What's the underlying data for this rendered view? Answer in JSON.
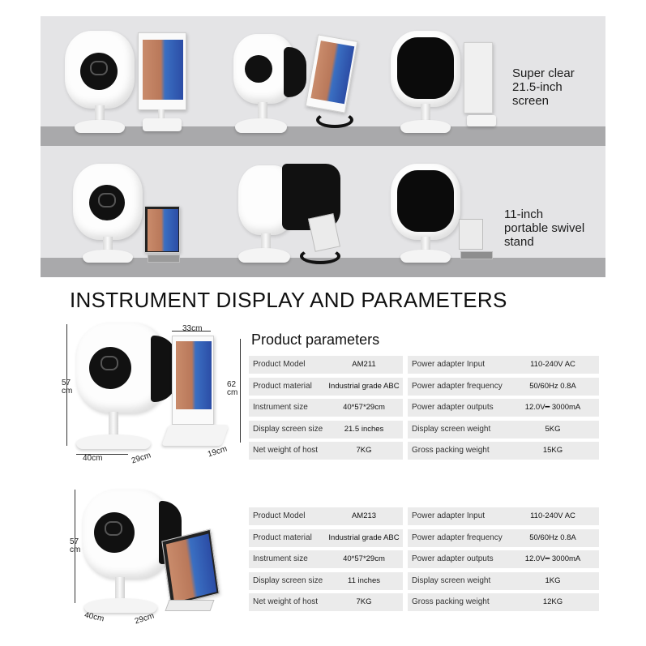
{
  "banners": [
    {
      "caption": "Super clear\n21.5-inch\nscreen"
    },
    {
      "caption": "11-inch\nportable swivel\nstand"
    }
  ],
  "section_title": "INSTRUMENT DISPLAY AND PARAMETERS",
  "params_title": "Product parameters",
  "tables": [
    {
      "rows": [
        {
          "l1": "Product Model",
          "v1": "AM211",
          "l2": "Power adapter Input",
          "v2": "110-240V AC"
        },
        {
          "l1": "Product material",
          "v1": "Industrial grade ABC",
          "l2": "Power adapter frequency",
          "v2": "50/60Hz 0.8A"
        },
        {
          "l1": "Instrument size",
          "v1": "40*57*29cm",
          "l2": "Power adapter outputs",
          "v2": "12.0V━ 3000mA"
        },
        {
          "l1": "Display screen size",
          "v1": "21.5 inches",
          "l2": "Display screen weight",
          "v2": "5KG"
        },
        {
          "l1": "Net weight of host",
          "v1": "7KG",
          "l2": "Gross packing weight",
          "v2": "15KG"
        }
      ]
    },
    {
      "rows": [
        {
          "l1": "Product Model",
          "v1": "AM213",
          "l2": "Power adapter Input",
          "v2": "110-240V AC"
        },
        {
          "l1": "Product material",
          "v1": "Industrial grade ABC",
          "l2": "Power adapter frequency",
          "v2": "50/60Hz 0.8A"
        },
        {
          "l1": "Instrument size",
          "v1": "40*57*29cm",
          "l2": "Power adapter outputs",
          "v2": "12.0V━ 3000mA"
        },
        {
          "l1": "Display screen size",
          "v1": "11 inches",
          "l2": "Display screen weight",
          "v2": "1KG"
        },
        {
          "l1": "Net weight of host",
          "v1": "7KG",
          "l2": "Gross packing weight",
          "v2": "12KG"
        }
      ]
    }
  ],
  "dimensions": {
    "d1_height": "57\ncm",
    "d1_width": "40cm",
    "d1_depth": "29cm",
    "d1_screen_w": "33cm",
    "d1_screen_h": "62\ncm",
    "d1_screen_d": "19cm",
    "d2_height": "57\ncm",
    "d2_width": "40cm",
    "d2_depth": "29cm"
  }
}
